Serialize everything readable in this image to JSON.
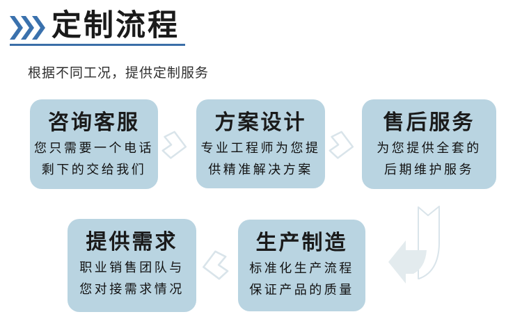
{
  "header": {
    "title": "定制流程",
    "subtitle": "根据不同工况，提供定制服务"
  },
  "steps": [
    {
      "title": "咨询客服",
      "desc_line1": "您只需要一个电话",
      "desc_line2": "剩下的交给我们"
    },
    {
      "title": "方案设计",
      "desc_line1": "专业工程师为您提",
      "desc_line2": "供精准解决方案"
    },
    {
      "title": "售后服务",
      "desc_line1": "为您提供全套的",
      "desc_line2": "后期维护服务"
    },
    {
      "title": "提供需求",
      "desc_line1": "职业销售团队与",
      "desc_line2": "您对接需求情况"
    },
    {
      "title": "生产制造",
      "desc_line1": "标准化生产流程",
      "desc_line2": "保证产品的质量"
    }
  ],
  "icons": {
    "header_marker": "triple-chevron-icon",
    "forward_arrow": "block-arrow-right-icon",
    "backward_arrow": "block-arrow-left-icon",
    "turn_arrow": "bent-arrow-down-left-icon"
  },
  "colors": {
    "accent": "#3a71ad",
    "underline": "#3a6ea8",
    "card_fill": "#b9d4e1",
    "arrow_stroke": "#d9e4ea",
    "arrow_fill": "#ffffff",
    "turn_arrow_fill": "#e3ebee",
    "title_text": "#1a1a1a",
    "body_text": "#111111"
  }
}
